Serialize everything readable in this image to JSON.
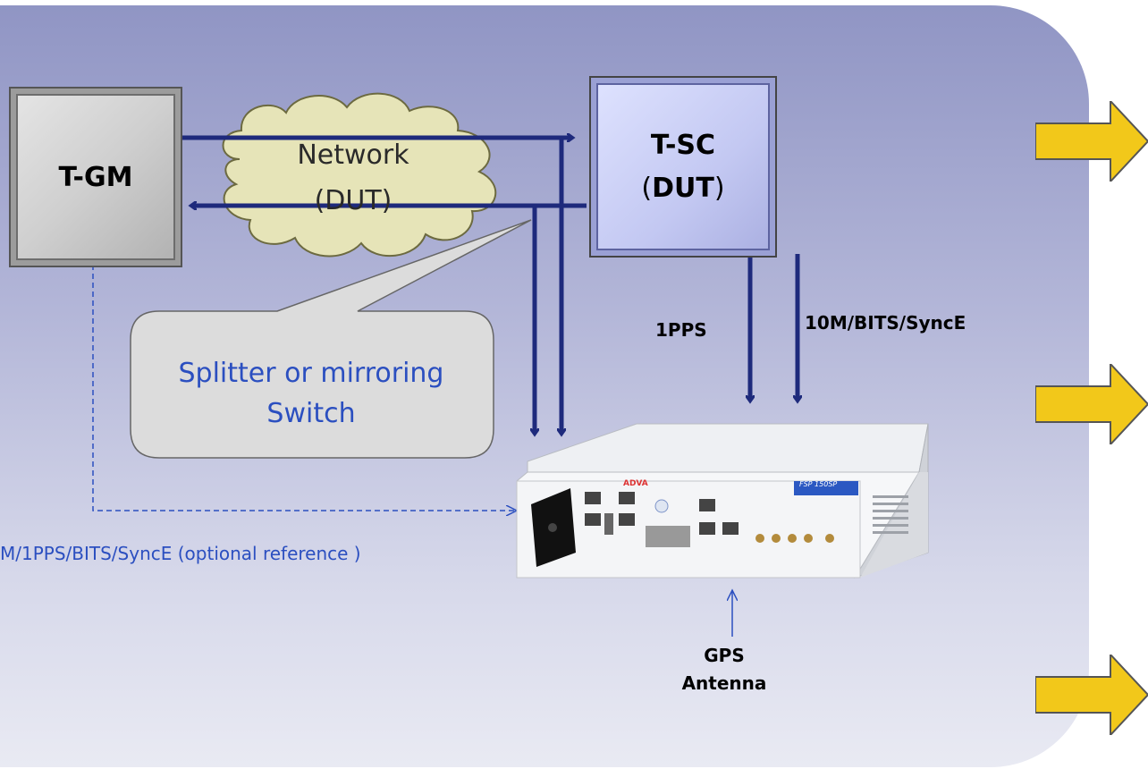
{
  "nodes": {
    "tgm": "T-GM",
    "tsc_line1": "T-SC",
    "tsc_paren_open": "(",
    "tsc_dut": "DUT",
    "tsc_paren_close": ")"
  },
  "cloud": {
    "line1": "Network",
    "line2": "(DUT)"
  },
  "callout": {
    "line1": "Splitter or mirroring",
    "line2": "Switch"
  },
  "labels": {
    "pps": "1PPS",
    "ref_signals": "10M/BITS/SyncE",
    "optional_reference": "M/1PPS/BITS/SyncE (optional reference )",
    "gps_line1": "GPS",
    "gps_line2": "Antenna"
  },
  "device": {
    "brand": "ADVA",
    "model": "FSP 150SP"
  },
  "colors": {
    "link": "#1e2a7c",
    "panel_top": "#9095c4",
    "panel_bottom": "#e9eaf3",
    "callout_text": "#2b4fc0",
    "tsc_fill": "#c3c8f2",
    "tgm_fill": "#cfcfcf",
    "cloud_fill": "#e6e4b8",
    "arrow_fill": "#f2c81a"
  },
  "icons": [
    "cloud-shape",
    "speech-bubble",
    "timing-device",
    "yellow-right-arrow"
  ]
}
